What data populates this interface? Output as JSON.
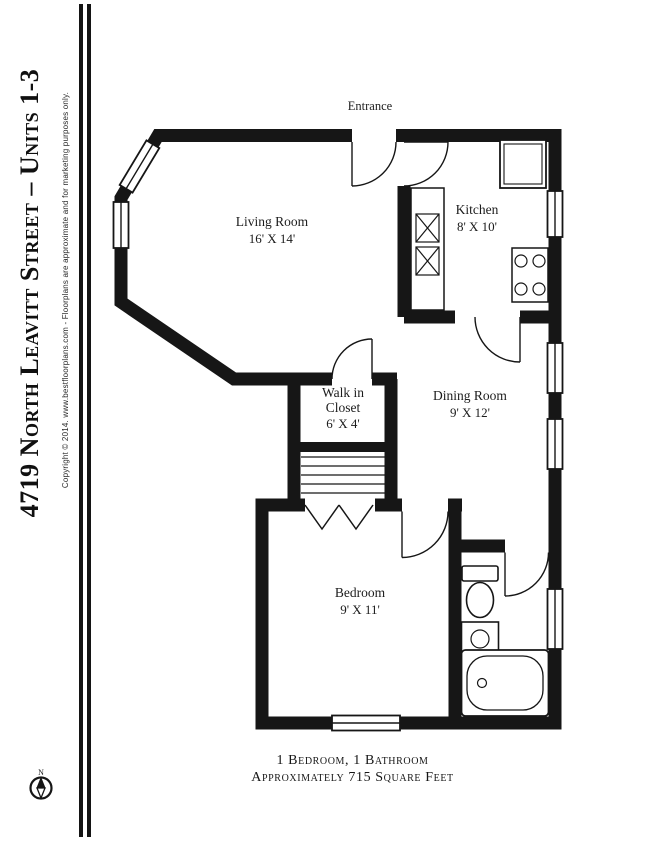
{
  "sidebar": {
    "title": "4719 North Leavitt Street – Units 1-3",
    "copyright": "Copyright © 2014. www.bestfloorplans.com - Floorplans are approximate and for marketing purposes only."
  },
  "floorplan": {
    "entrance_label": "Entrance",
    "rooms": [
      {
        "name": "Living Room",
        "dimensions": "16' X 14'"
      },
      {
        "name": "Kitchen",
        "dimensions": "8' X 10'"
      },
      {
        "name": "Walk in Closet",
        "name_lines": [
          "Walk in",
          "Closet"
        ],
        "dimensions": "6' X 4'"
      },
      {
        "name": "Dining Room",
        "dimensions": "9' X 12'"
      },
      {
        "name": "Bedroom",
        "dimensions": "9' X 11'"
      }
    ],
    "compass_label": "N"
  },
  "footer": {
    "line1": "1 Bedroom, 1 Bathroom",
    "line2": "Approximately 715 Square Feet"
  },
  "colors": {
    "wall": "#161616",
    "background": "#ffffff"
  }
}
